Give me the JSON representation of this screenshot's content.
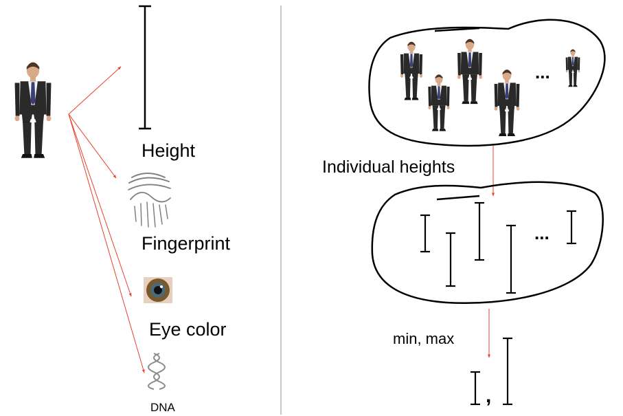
{
  "left_panel": {
    "height_label": "Height",
    "fingerprint_label": "Fingerprint",
    "eye_color_label": "Eye color",
    "dna_label": "DNA"
  },
  "right_panel": {
    "population_ellipsis": "...",
    "individual_heights_label": "Individual heights",
    "heights_ellipsis": "...",
    "min_max_label": "min, max",
    "result_separator": ","
  },
  "colors": {
    "arrow": "#e8402a",
    "divider": "#c8c8c8",
    "suit": "#2a2a2a",
    "shirt": "#f4f4f4",
    "tie": "#3a3f7a",
    "skin": "#d9a98a",
    "hair": "#4a3526",
    "iris": "#7a5a2a"
  }
}
